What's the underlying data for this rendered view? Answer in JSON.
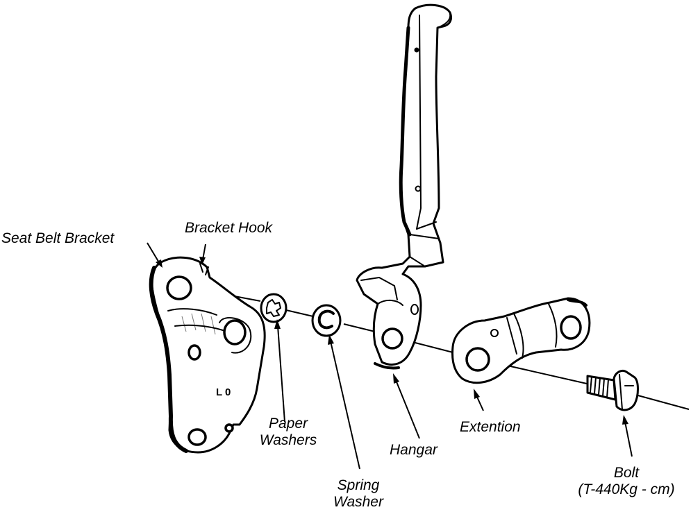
{
  "labels": {
    "seat_belt_bracket": "Seat Belt Bracket",
    "bracket_hook": "Bracket Hook",
    "paper_washers_line1": "Paper",
    "paper_washers_line2": "Washers",
    "spring_washer_line1": "Spring",
    "spring_washer_line2": "Washer",
    "hangar": "Hangar",
    "extention": "Extention",
    "bolt_line1": "Bolt",
    "bolt_line2": "(T-440Kg - cm)",
    "bracket_stamp": "L 0"
  },
  "colors": {
    "ink": "#000000",
    "paper": "#ffffff"
  }
}
